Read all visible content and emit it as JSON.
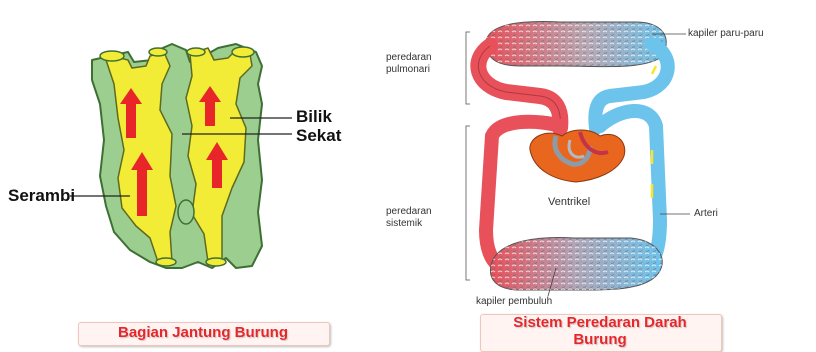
{
  "left_diagram": {
    "labels": {
      "bilik": "Bilik",
      "sekat": "Sekat",
      "serambi": "Serambi"
    },
    "caption": "Bagian Jantung Burung",
    "colors": {
      "outline_fill": "#9ccf8f",
      "chamber": "#f2ec36",
      "arrow": "#e8262a"
    }
  },
  "right_diagram": {
    "labels": {
      "peredaran_pulmonari_line1": "peredaran",
      "peredaran_pulmonari_line2": "pulmonari",
      "peredaran_sistemik_line1": "peredaran",
      "peredaran_sistemik_line2": "sistemik",
      "kapiler_paru": "kapiler paru-paru",
      "ventrikel": "Ventrikel",
      "arteri": "Arteri",
      "kapiler_pembuluh": "kapiler pembuluh"
    },
    "caption_line1": "Sistem Peredaran Darah",
    "caption_line2": "Burung",
    "colors": {
      "oxygenated": "#e8505a",
      "deoxygenated": "#6cc3ec",
      "heart": "#e8661e",
      "capillary": "#8e9aa6"
    }
  }
}
